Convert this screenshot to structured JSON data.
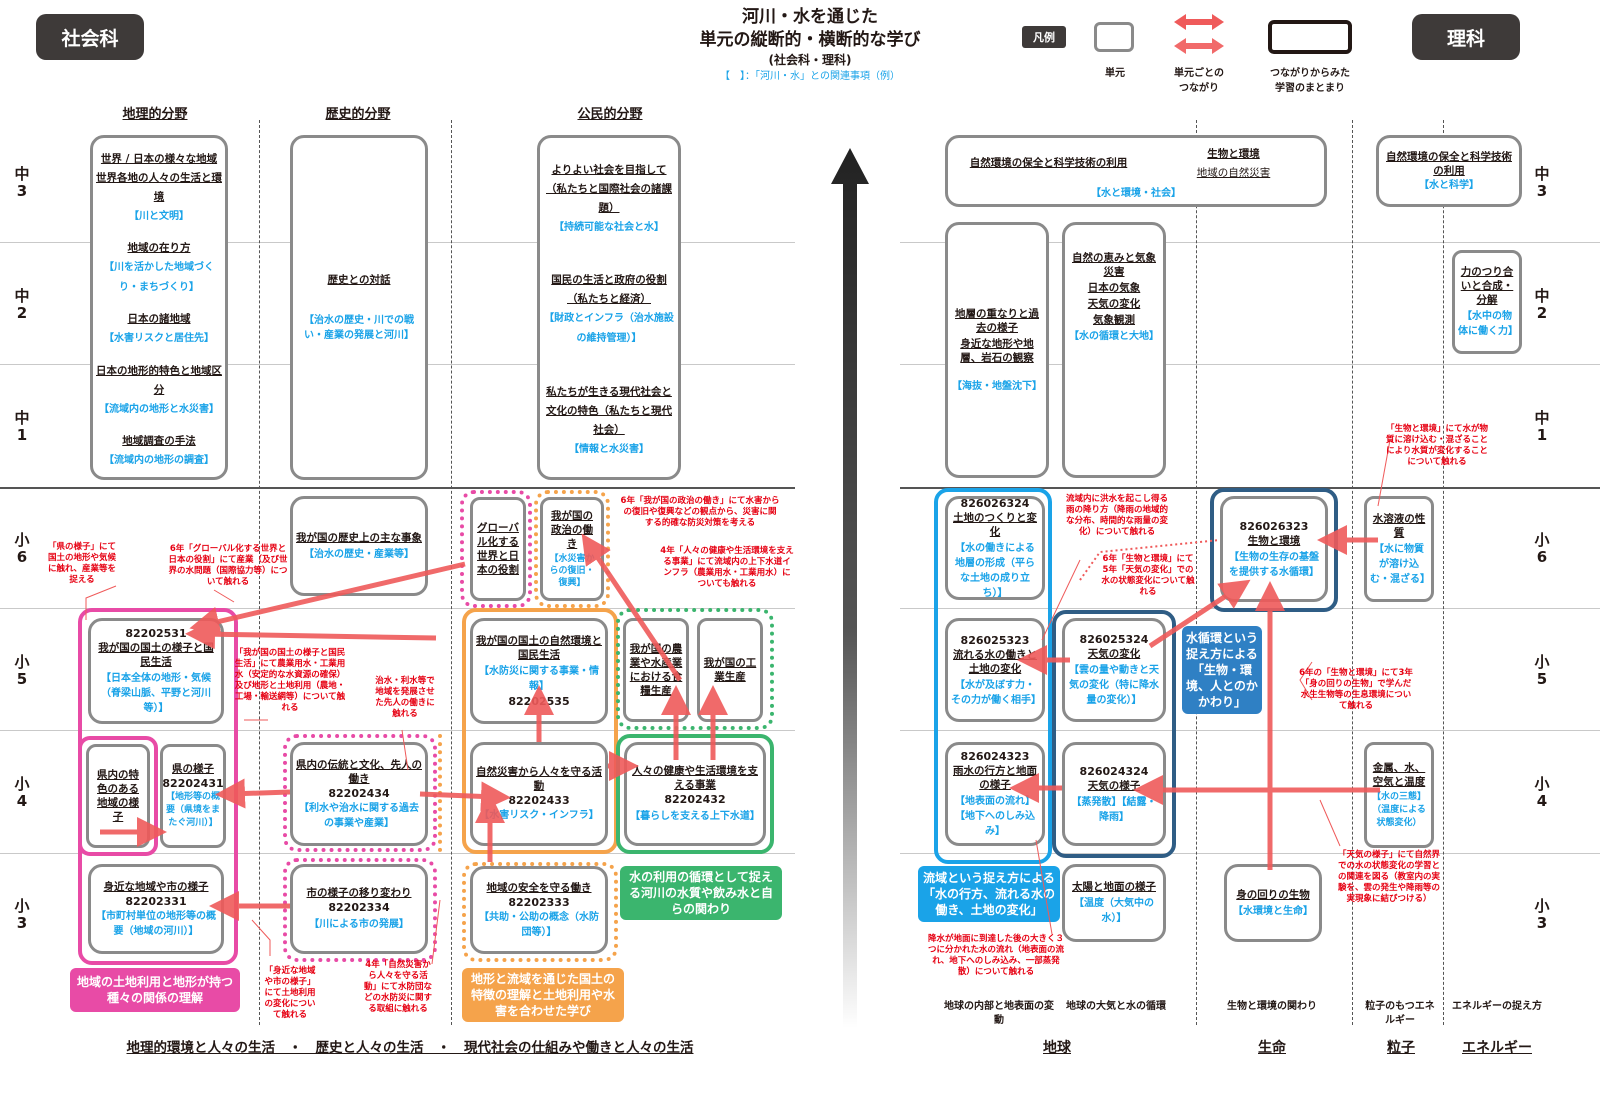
{
  "chips": {
    "social": "社会科",
    "science": "理科"
  },
  "title": {
    "line1": "河川・水を通じた",
    "line2": "単元の縦断的・横断的な学び",
    "line3": "(社会科・理科)",
    "note": "【　】：「河川・水」との関連事項（例）"
  },
  "legend": {
    "label": "凡例",
    "unit": "単元",
    "link": "単元ごとの\nつながり",
    "group": "つながりからみた\n学習のまとまり"
  },
  "columns": {
    "geo": "地理的分野",
    "hist": "歴史的分野",
    "civ": "公民的分野"
  },
  "grades": {
    "c3": "中\n3",
    "c2": "中\n2",
    "c1": "中\n1",
    "e6": "小\n6",
    "e5": "小\n5",
    "e4": "小\n4",
    "e3": "小\n3"
  },
  "jh": {
    "geo": [
      {
        "t": "世界 / 日本の様々な地域",
        "t2": "世界各地の人々の生活と環境",
        "k": "【川と文明】"
      },
      {
        "t": "地域の在り方",
        "k": "【川を活かした地域づくり・まちづくり】"
      },
      {
        "t": "日本の諸地域",
        "k": "【水害リスクと居住先】"
      },
      {
        "t": "日本の地形的特色と地域区分",
        "k": "【流域内の地形と水災害】"
      },
      {
        "t": "地域調査の手法",
        "k": "【流域内の地形の調査】"
      }
    ],
    "hist": [
      {
        "t": "歴史との対話",
        "k": "【治水の歴史・川での戦い・産業の発展と河川】"
      }
    ],
    "civ": [
      {
        "t": "よりよい社会を目指して（私たちと国際社会の諸課題）",
        "k": "【持続可能な社会と水】"
      },
      {
        "t": "国民の生活と政府の役割（私たちと経済）",
        "k": "【財政とインフラ（治水施設の維持管理）】"
      },
      {
        "t": "私たちが生きる現代社会と文化の特色（私たちと現代社会）",
        "k": "【情報と水災害】"
      }
    ]
  },
  "es": {
    "e6hist": {
      "t": "我が国の歴史上の主な事象",
      "k": "【治水の歴史・産業等】"
    },
    "e6glob": {
      "t": "グローバル化する世界と日本の役割"
    },
    "e6pol": {
      "t": "我が国の政治の働き",
      "k": "【水災害からの復旧・復興】"
    },
    "e5land": {
      "n": "82202531",
      "t": "我が国の国土の様子と国民生活",
      "k": "【日本全体の地形・気候（脊梁山脈、平野と河川等）】"
    },
    "e5nat": {
      "t": "我が国の国土の自然環境と国民生活",
      "k": "【水防災に関する事業・情報】",
      "n": "82202535"
    },
    "e5agri": {
      "t": "我が国の農業や水産業における食糧生産"
    },
    "e5ind": {
      "t": "我が国の工業生産"
    },
    "e4pref": {
      "t": "県の様子",
      "n": "82202431",
      "k": "【地形等の概要（県境をまたぐ河川）】"
    },
    "e4feat": {
      "t": "県内の特色のある地域の様子"
    },
    "e4trad": {
      "t": "県内の伝統と文化、先人の働き",
      "n": "82202434",
      "k": "【利水や治水に関する過去の事業や産業】"
    },
    "e4dis": {
      "t": "自然災害から人々を守る活動",
      "n": "82202433",
      "k": "【水害リスク・インフラ】"
    },
    "e4health": {
      "t": "人々の健康や生活環境を支える事業",
      "n": "82202432",
      "k": "【暮らしを支える上下水道】"
    },
    "e3local": {
      "t": "身近な地域や市の様子",
      "n": "82202331",
      "k": "【市町村単位の地形等の概要（地域の河川）】"
    },
    "e3city": {
      "t": "市の様子の移り変わり",
      "n": "82202334",
      "k": "【川による市の発展】"
    },
    "e3safe": {
      "t": "地域の安全を守る働き",
      "n": "82202333",
      "k": "【共助・公助の概念（水防団等）】"
    }
  },
  "notes": {
    "n1": "「県の様子」にて国土の地形や気候に触れ、産業等を捉える",
    "n2": "6年「グローバル化する世界と日本の役割」にて産業（及び世界の水問題（国際協力等）について触れる",
    "n3": "「我が国の国土の様子と国民生活」にて農業用水・工業用水（安定的な水資源の確保）及び地形と土地利用（農地・工場・輸送網等）について触れる",
    "n4": "治水・利水等で地域を発展させた先人の働きに触れる",
    "n5": "6年「我が国の政治の働き」にて水害からの復旧や復興などの観点から、災害に関する的確な防災対策を考える",
    "n6": "4年「人々の健康や生活環境を支える事業」にて流域内の上下水道インフラ（農業用水・工業用水）についても触れる",
    "n7": "「身近な地域や市の様子」にて土地利用の変化について触れる",
    "n8": "4年「自然災害から人々を守る活動」にて水防団などの水防災に関する取組に触れる",
    "n9": "流域内に洪水を起こし得る雨の降り方（降雨の地域的な分布、時間的な雨量の変化）について触れる",
    "n10": "6年「生物と環境」にて5年「天気の変化」での水の状態変化について触れる",
    "n11": "「生物と環境」にて水が物質に溶け込む・混ざることにより水質が変化することについて触れる",
    "n12": "6年の「生物と環境」にて3年「身の回りの生物」で学んだ水生生物等の生息環境について触れる",
    "n13": "「天気の様子」にて自然界での水の状態変化の学習との関連を図る（教室内の実験を、雲の発生や降雨等の実現象に結びつける）",
    "n14": "降水が地面に到達した後の大きく３つに分かれた水の流れ（地表面の流れ、地下へのしみ込み、一部蒸発散）について触れる"
  },
  "banners": {
    "geo": "地域の土地利用と地形が持つ種々の関係の理解",
    "nat": "地形と流域を通じた国土の特徴の理解と土地利用や水害を合わせた学び",
    "water": "水の利用の循環として捉える河川の水質や飲み水と自らの関わり",
    "basin": "流域という捉え方による「水の行方、流れる水の働き、土地の変化」",
    "cycle": "水循環という捉え方による「生物・環境、人とのかかわり」"
  },
  "sci": {
    "c3a": {
      "t1": "自然環境の保全と科学技術の利用",
      "t2": "生物と環境",
      "t3": "地域の自然災害",
      "k": "【水と環境・社会】"
    },
    "c3b": {
      "t": "自然環境の保全と科学技術の利用",
      "k": "【水と科学】"
    },
    "c1geo": {
      "t": "地層の重なりと過去の様子",
      "t2": "身近な地形や地層、岩石の観察",
      "k": "【海抜・地盤沈下】"
    },
    "c2wea": {
      "t": "自然の恵みと気象災害",
      "t2": "日本の気象",
      "t3": "天気の変化",
      "t4": "気象観測",
      "k": "【水の循環と大地】"
    },
    "c2force": {
      "t": "力のつり合いと合成・分解",
      "k": "【水中の物体に働く力】"
    },
    "e6land": {
      "n": "826026324",
      "t": "土地のつくりと変化",
      "k": "【水の働きによる地層の形成（平らな土地の成り立ち）】"
    },
    "e6bio": {
      "n": "826026323",
      "t": "生物と環境",
      "k": "【生物の生存の基盤を提供する水循環】"
    },
    "e6sol": {
      "t": "水溶液の性質",
      "k": "【水に物質が溶け込む・混ざる】"
    },
    "e5flow": {
      "n": "826025323",
      "t": "流れる水の働きと土地の変化",
      "k": "【水が及ぼす力・その力が働く相手】"
    },
    "e5wea": {
      "n": "826025324",
      "t": "天気の変化",
      "k": "【雲の量や動きと天気の変化（特に降水量の変化）】"
    },
    "e4rain": {
      "n": "826024323",
      "t": "雨水の行方と地面の様子",
      "k": "【地表面の流れ】【地下へのしみ込み】"
    },
    "e4wea": {
      "n": "826024324",
      "t": "天気の様子",
      "k": "【蒸発散】【結露・降雨】"
    },
    "e4metal": {
      "t": "金属、水、空気と温度",
      "k": "【水の三態】（温度による状態変化）"
    },
    "e3sun": {
      "t": "太陽と地面の様子",
      "k": "【温度（大気中の水）】"
    },
    "e3bio": {
      "t": "身の回りの生物",
      "k": "【水環境と生命】"
    }
  },
  "scicols": {
    "a": "地球の内部と地表面の変動",
    "b": "地球の大気と水の循環",
    "c": "生物と環境の関わり",
    "d": "粒子のもつエネルギー",
    "e": "エネルギーの捉え方"
  },
  "scicat": {
    "earth": "地球",
    "life": "生命",
    "particle": "粒子",
    "energy": "エネルギー"
  },
  "bottom": "地理的環境と人々の生活　・　歴史と人々の生活　・　現代社会の仕組みや働きと人々の生活",
  "colors": {
    "red": "#ef5a5a",
    "blue": "#1aa3e8",
    "pink": "#e84ba6",
    "orange": "#f5a34b",
    "green": "#3bb56e",
    "navy": "#2f5d85"
  }
}
